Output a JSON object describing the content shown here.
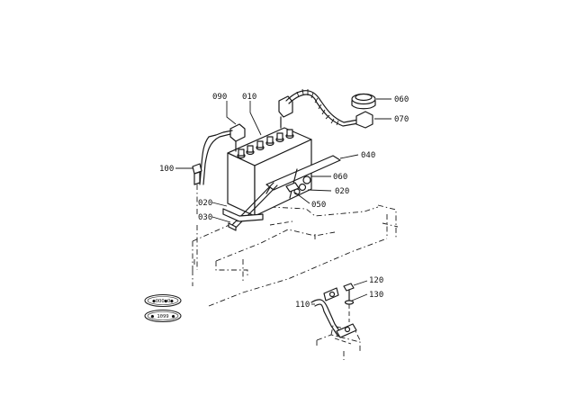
{
  "parts": [
    {
      "id": "p010",
      "label": "010"
    },
    {
      "id": "p020a",
      "label": "020"
    },
    {
      "id": "p020b",
      "label": "020"
    },
    {
      "id": "p030",
      "label": "030"
    },
    {
      "id": "p040",
      "label": "040"
    },
    {
      "id": "p050",
      "label": "050"
    },
    {
      "id": "p060a",
      "label": "060"
    },
    {
      "id": "p060b",
      "label": "060"
    },
    {
      "id": "p070",
      "label": "070"
    },
    {
      "id": "p090",
      "label": "090"
    },
    {
      "id": "p100",
      "label": "100"
    },
    {
      "id": "p110",
      "label": "110"
    },
    {
      "id": "p120",
      "label": "120"
    },
    {
      "id": "p130",
      "label": "130"
    }
  ],
  "badges": [
    {
      "id": "b1",
      "text": "●OOO●O●"
    },
    {
      "id": "b2",
      "text": "● 1099 ●"
    }
  ]
}
